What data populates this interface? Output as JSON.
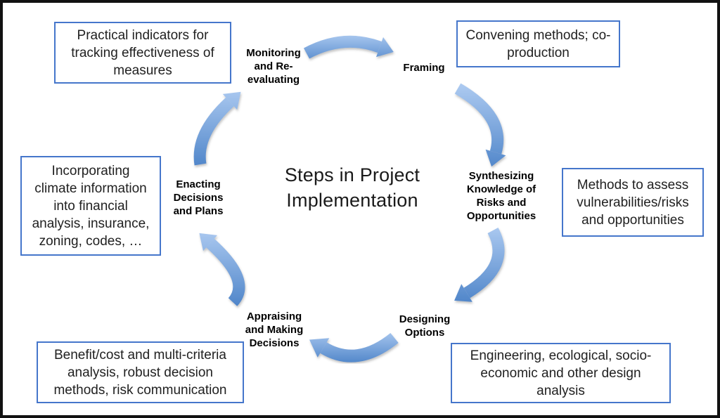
{
  "diagram": {
    "title": "Steps in Project\nImplementation",
    "steps": {
      "monitoring": {
        "label": "Monitoring\nand Re-\nevaluating"
      },
      "framing": {
        "label": "Framing"
      },
      "synthesizing": {
        "label": "Synthesizing\nKnowledge of\nRisks and\nOpportunities"
      },
      "designing": {
        "label": "Designing\nOptions"
      },
      "appraising": {
        "label": "Appraising\nand Making\nDecisions"
      },
      "enacting": {
        "label": "Enacting\nDecisions\nand Plans"
      }
    },
    "boxes": {
      "top_left": {
        "text": "Practical indicators for\ntracking effectiveness of\nmeasures"
      },
      "top_right": {
        "text": "Convening methods; co-\nproduction"
      },
      "right": {
        "text": "Methods to assess\nvulnerabilities/risks\nand opportunities"
      },
      "bottom_right": {
        "text": "Engineering, ecological, socio-\neconomic and other design\nanalysis"
      },
      "bottom_left": {
        "text": "Benefit/cost and multi-criteria\nanalysis, robust decision\nmethods, risk communication"
      },
      "left": {
        "text": "Incorporating\nclimate information\ninto financial\nanalysis, insurance,\nzoning, codes, …"
      }
    },
    "colors": {
      "box_border": "#4576cb",
      "arrow_light": "#abc9f0",
      "arrow_dark": "#4f85c9",
      "frame": "#111111"
    }
  }
}
